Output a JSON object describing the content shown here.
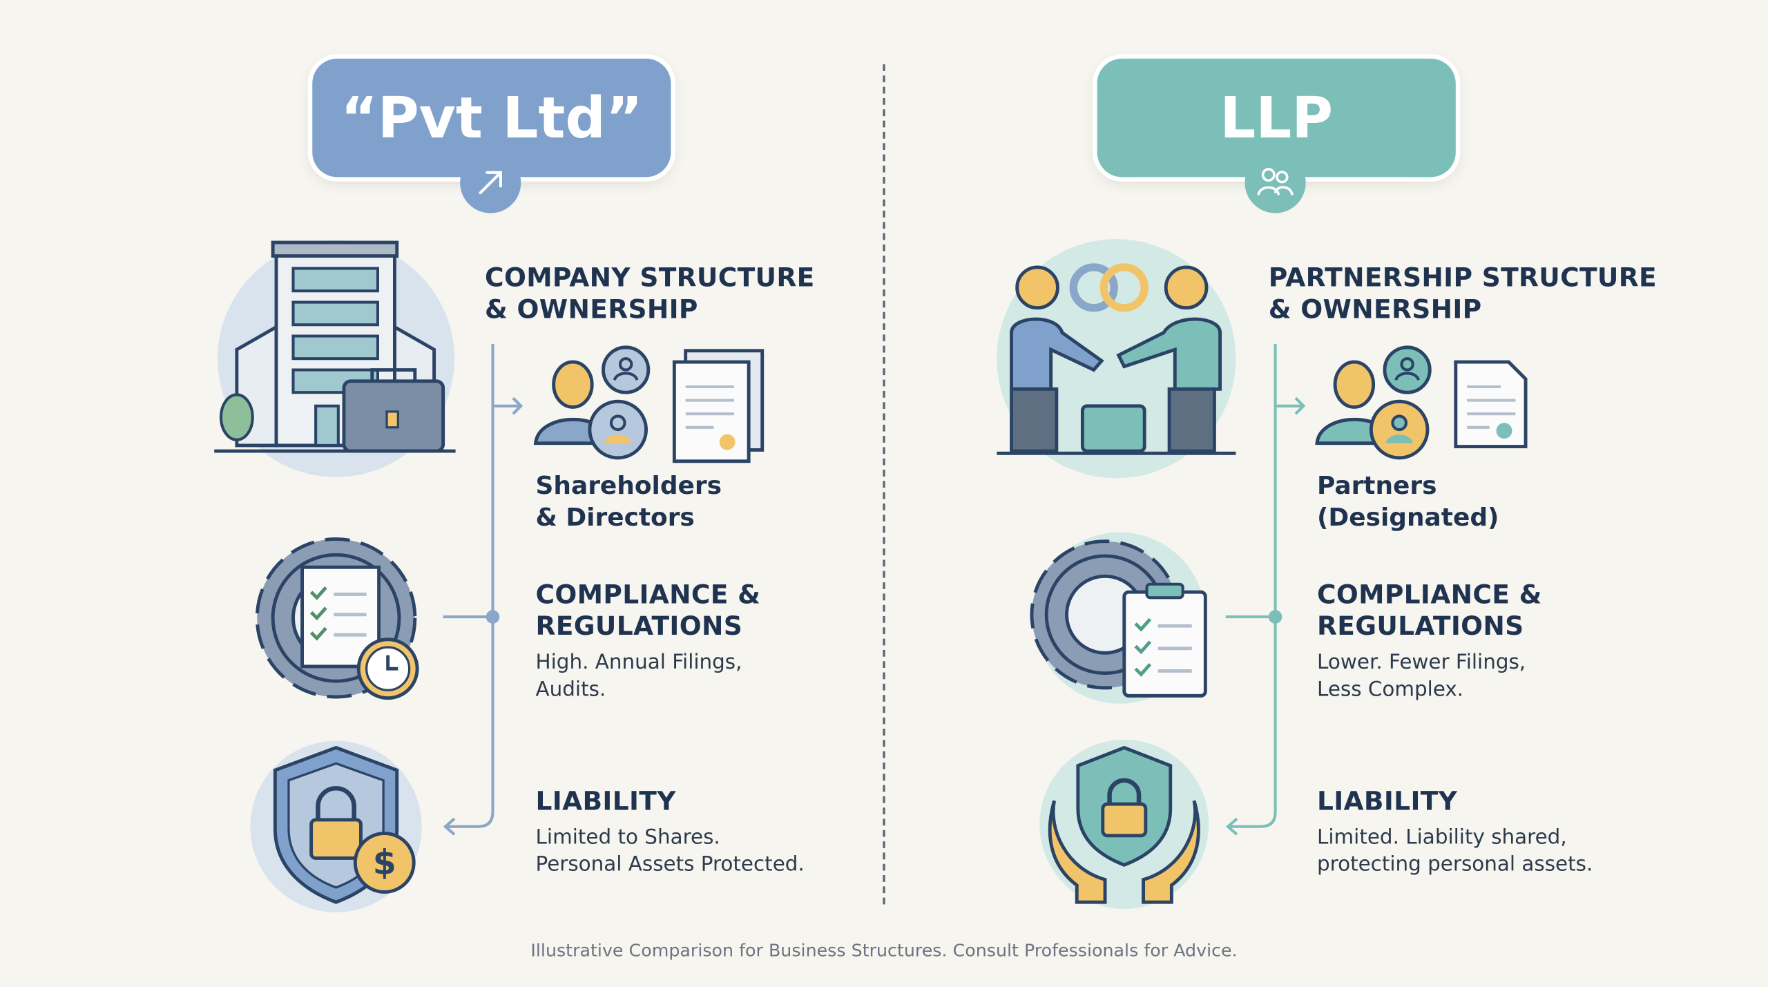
{
  "colors": {
    "pvt": "#7fa1cc",
    "llp": "#7bbfb8",
    "text": "#1f3350",
    "background": "#f6f5ef",
    "accent_yellow": "#f2c46a"
  },
  "left": {
    "title": "“Pvt Ltd”",
    "title_icon": "arrow-up-right-icon",
    "structure": {
      "heading_line1": "COMPANY STRUCTURE",
      "heading_line2": "& OWNERSHIP",
      "label_line1": "Shareholders",
      "label_line2": "& Directors",
      "icon": "building-briefcase-icon"
    },
    "compliance": {
      "heading_line1": "COMPLIANCE &",
      "heading_line2": "REGULATIONS",
      "text_line1": "High. Annual Filings,",
      "text_line2": "Audits.",
      "icon": "gear-checklist-clock-icon"
    },
    "liability": {
      "heading": "LIABILITY",
      "text_line1": "Limited to Shares.",
      "text_line2": "Personal Assets Protected.",
      "icon": "shield-lock-dollar-icon"
    }
  },
  "right": {
    "title": "LLP",
    "title_icon": "people-icon",
    "structure": {
      "heading_line1": "PARTNERSHIP STRUCTURE",
      "heading_line2": "& OWNERSHIP",
      "label_line1": "Partners",
      "label_line2": "(Designated)",
      "icon": "handshake-icon"
    },
    "compliance": {
      "heading_line1": "COMPLIANCE &",
      "heading_line2": "REGULATIONS",
      "text_line1": "Lower. Fewer Filings,",
      "text_line2": "Less Complex.",
      "icon": "gear-clipboard-icon"
    },
    "liability": {
      "heading": "LIABILITY",
      "text_line1": "Limited. Liability shared,",
      "text_line2": "protecting personal assets.",
      "icon": "hands-shield-lock-icon"
    }
  },
  "footer": "Illustrative Comparison for Business Structures. Consult Professionals for Advice."
}
